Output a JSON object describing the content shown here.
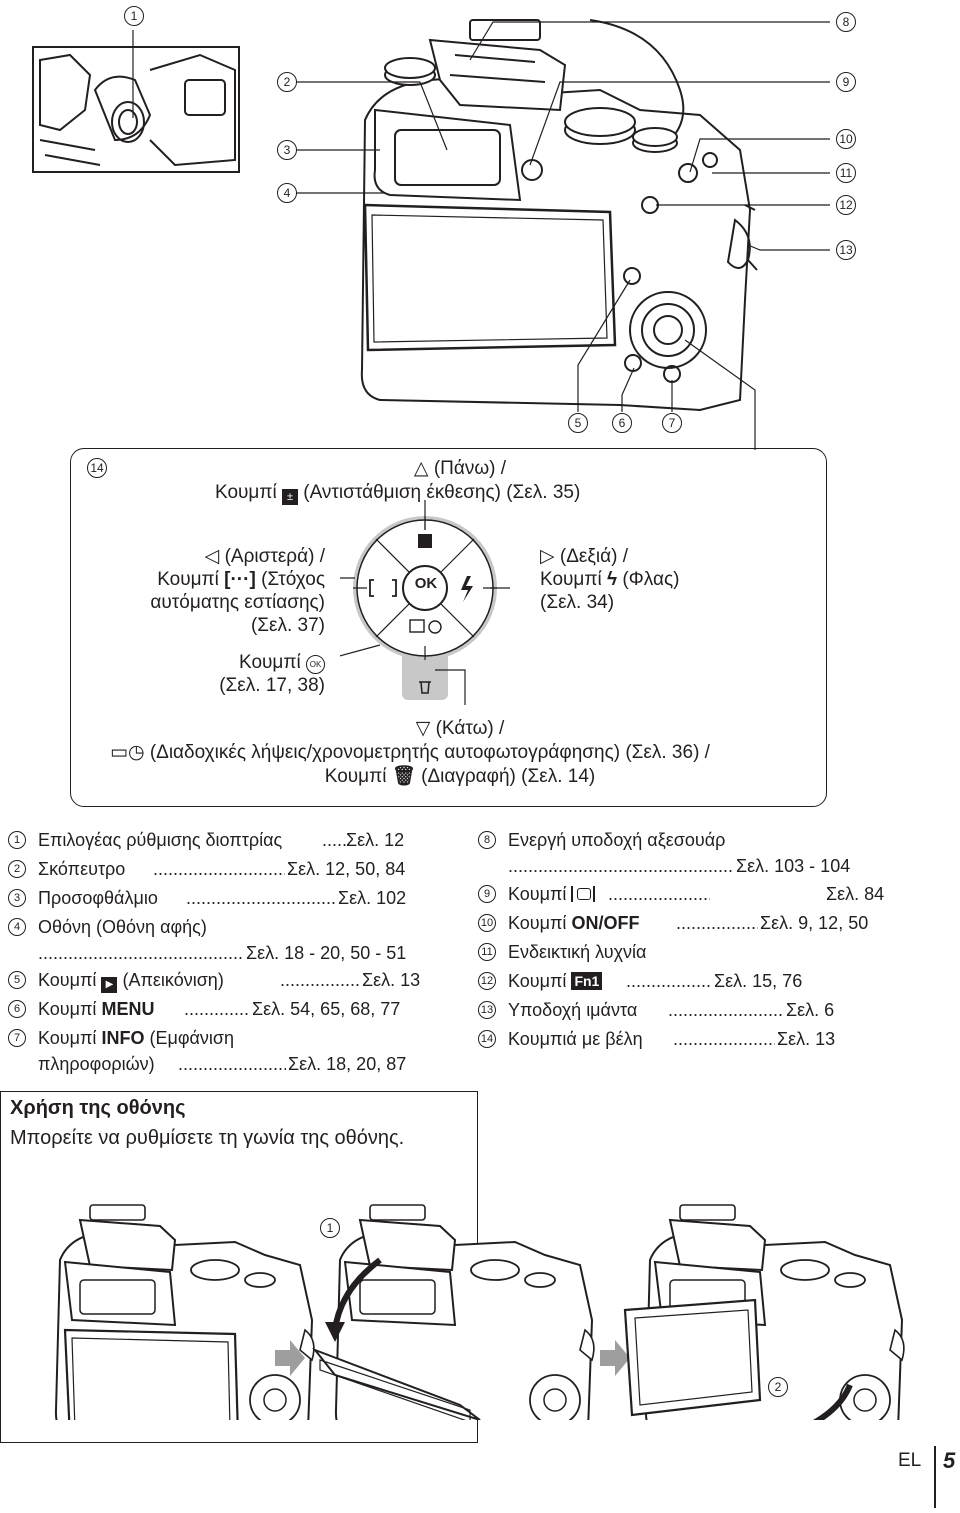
{
  "callouts": {
    "n1": "1",
    "n2": "2",
    "n3": "3",
    "n4": "4",
    "n5": "5",
    "n6": "6",
    "n7": "7",
    "n8": "8",
    "n9": "9",
    "n10": "10",
    "n11": "11",
    "n12": "12",
    "n13": "13",
    "n14": "14"
  },
  "arrow_panel": {
    "up_line1": "(Πάνω) /",
    "up_line2": "Κουμπί",
    "up_line2b": "(Αντιστάθμιση έκθεσης) (Σελ. 35)",
    "left_line1": "(Αριστερά) /",
    "left_line2a": "Κουμπί",
    "left_line2b": "(Στόχος",
    "left_line3": "αυτόματης εστίασης)",
    "left_line4": "(Σελ. 37)",
    "ok_line1": "Κουμπί",
    "ok_line2": "(Σελ. 17, 38)",
    "right_line1": "(Δεξιά) /",
    "right_line2a": "Κουμπί",
    "right_line2b": "(Φλας)",
    "right_line3": "(Σελ. 34)",
    "down_line1": "(Κάτω) /",
    "down_line2": "(Διαδοχικές λήψεις/χρονομετρητής αυτοφωτογράφησης) (Σελ. 36) /",
    "down_line3a": "Κουμπί",
    "down_line3b": "(Διαγραφή) (Σελ. 14)",
    "ok_glyph": "OK",
    "ok_small": "OK"
  },
  "parts_left": [
    {
      "n": "1",
      "text": "Επιλογέας ρύθμισης διοπτρίας",
      "page": "Σελ. 12"
    },
    {
      "n": "2",
      "text": "Σκόπευτρο",
      "page": "Σελ. 12, 50, 84"
    },
    {
      "n": "3",
      "text": "Προσοφθάλμιο",
      "page": "Σελ. 102"
    },
    {
      "n": "4",
      "text": "Οθόνη (Οθόνη αφής)",
      "page": "Σελ. 18 - 20, 50 - 51"
    },
    {
      "n": "5",
      "text": "Κουμπί",
      "text2": "(Απεικόνιση)",
      "page": "Σελ. 13"
    },
    {
      "n": "6",
      "text": "Κουμπί",
      "bold": "MENU",
      "page": "Σελ. 54, 65, 68, 77"
    },
    {
      "n": "7",
      "text": "Κουμπί",
      "bold": "INFO",
      "text2": "(Εμφάνιση",
      "line2": "πληροφοριών)",
      "page": "Σελ. 18, 20, 87"
    }
  ],
  "parts_right": [
    {
      "n": "8",
      "text": "Ενεργή υποδοχή αξεσουάρ",
      "page": "Σελ. 103 - 104"
    },
    {
      "n": "9",
      "text": "Κουμπί",
      "page": "Σελ. 84"
    },
    {
      "n": "10",
      "text": "Κουμπί",
      "bold": "ON/OFF",
      "page": "Σελ. 9, 12, 50"
    },
    {
      "n": "11",
      "text": "Ενδεικτική λυχνία",
      "page": ""
    },
    {
      "n": "12",
      "text": "Κουμπί",
      "bold": "Fn1",
      "page": "Σελ. 15, 76"
    },
    {
      "n": "13",
      "text": "Υποδοχή ιμάντα",
      "page": "Σελ. 6"
    },
    {
      "n": "14",
      "text": "Κουμπιά με βέλη",
      "page": "Σελ. 13"
    }
  ],
  "usage": {
    "title": "Χρήση της οθόνης",
    "text": "Μπορείτε να ρυθμίσετε τη γωνία της οθόνης.",
    "step1": "1",
    "step2": "2"
  },
  "footer": {
    "lang": "EL",
    "page": "5"
  },
  "colors": {
    "ink": "#231f20",
    "arrow_gray": "#9e9e9e",
    "dial_gray": "#c8c8c8"
  }
}
